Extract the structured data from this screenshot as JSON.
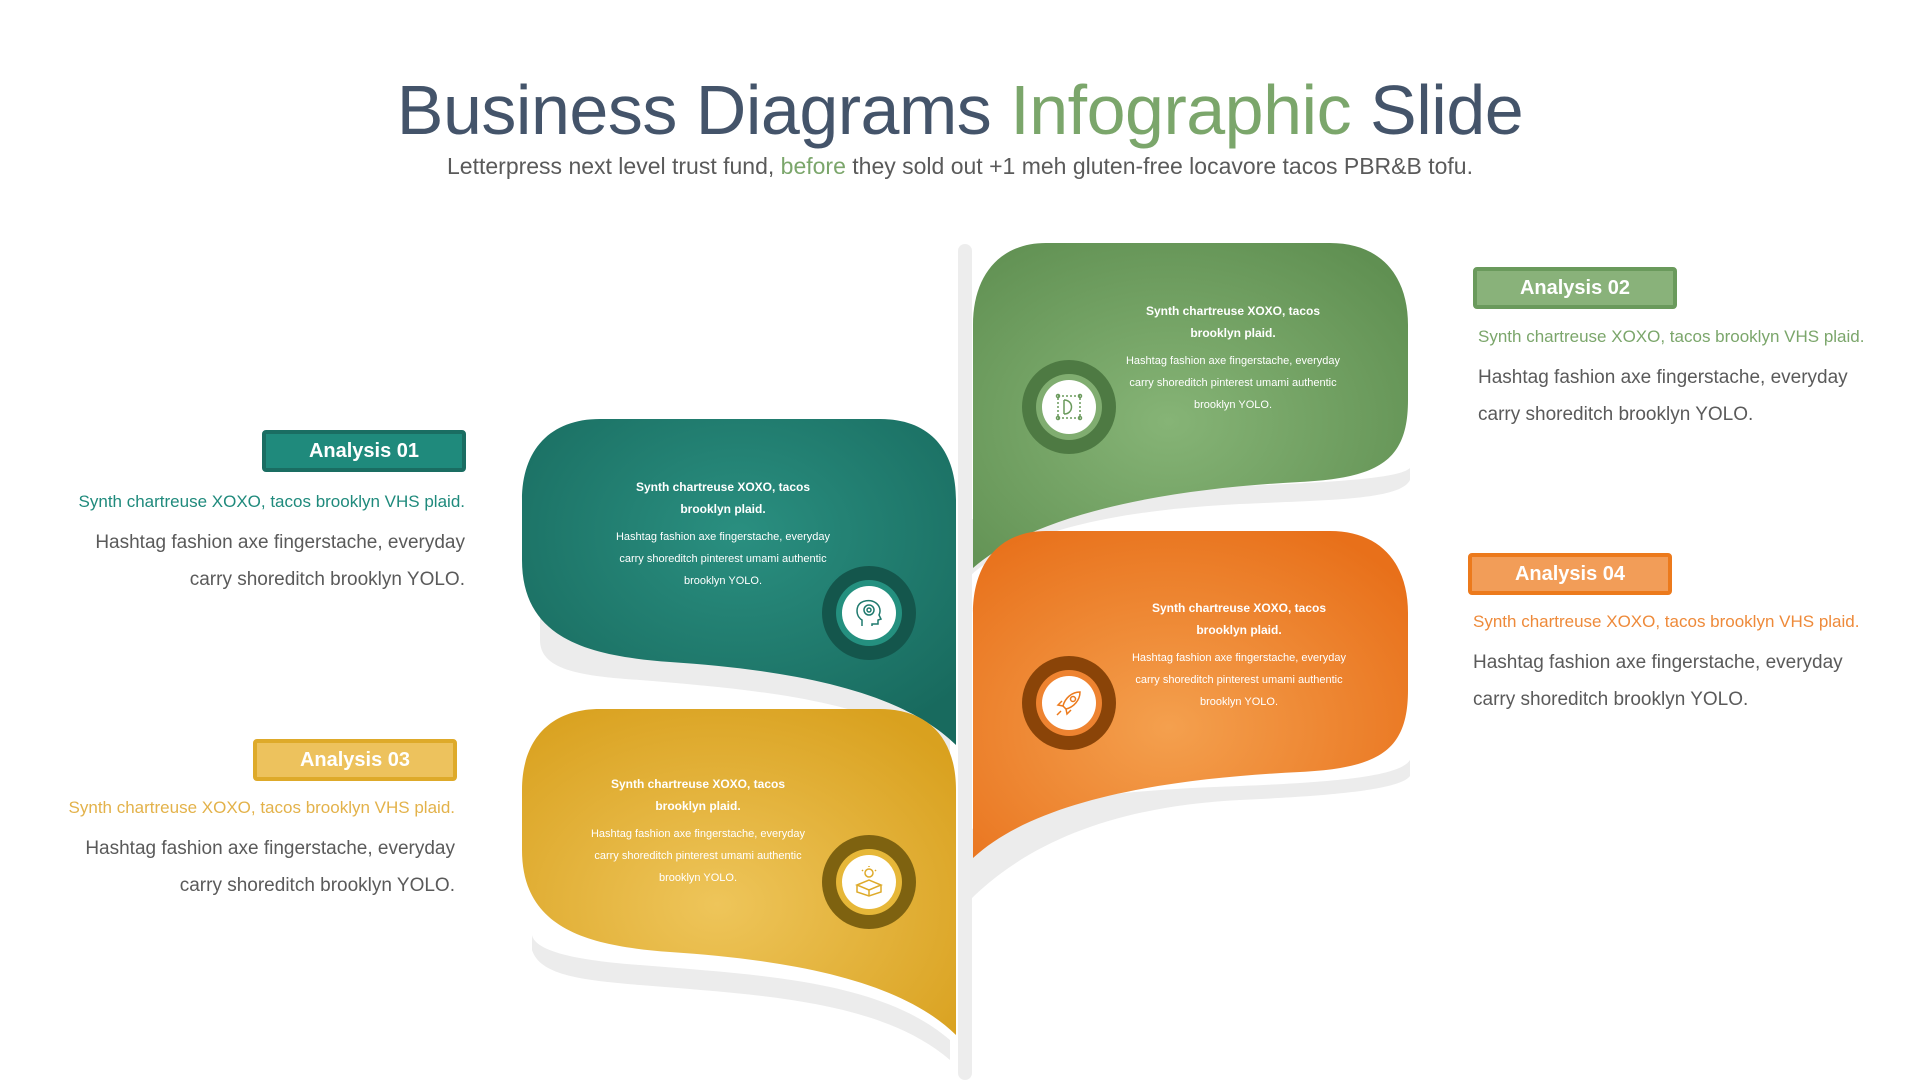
{
  "title": {
    "part1": "Business Diagrams",
    "part2": "Infographic",
    "part3": "Slide"
  },
  "subtitle": {
    "part1": "Letterpress next level trust fund,",
    "part2": "before",
    "part3": "they sold out +1 meh gluten-free locavore tacos PBR&B tofu."
  },
  "colors": {
    "teal": "#1f7a6e",
    "green": "#6a9a5c",
    "orange": "#ec7a1c",
    "yellow": "#deaa2a"
  },
  "cards": [
    {
      "heading_line1": "Synth chartreuse XOXO, tacos",
      "heading_line2": "brooklyn plaid.",
      "body_line1": "Hashtag fashion axe fingerstache, everyday",
      "body_line2": "carry shoreditch pinterest umami authentic",
      "body_line3": "brooklyn YOLO.",
      "icon": "mind-icon"
    },
    {
      "heading_line1": "Synth chartreuse XOXO, tacos",
      "heading_line2": "brooklyn plaid.",
      "body_line1": "Hashtag fashion axe fingerstache, everyday",
      "body_line2": "carry shoreditch pinterest umami authentic",
      "body_line3": "brooklyn YOLO.",
      "icon": "design-icon"
    },
    {
      "heading_line1": "Synth chartreuse XOXO, tacos",
      "heading_line2": "brooklyn plaid.",
      "body_line1": "Hashtag fashion axe fingerstache, everyday",
      "body_line2": "carry shoreditch pinterest umami authentic",
      "body_line3": "brooklyn YOLO.",
      "icon": "idea-box-icon"
    },
    {
      "heading_line1": "Synth chartreuse XOXO, tacos",
      "heading_line2": "brooklyn plaid.",
      "body_line1": "Hashtag fashion axe fingerstache, everyday",
      "body_line2": "carry shoreditch pinterest umami authentic",
      "body_line3": "brooklyn YOLO.",
      "icon": "rocket-icon"
    }
  ],
  "analysis": [
    {
      "label": "Analysis 01",
      "tag": "Synth chartreuse XOXO, tacos brooklyn VHS plaid.",
      "desc_line1": "Hashtag fashion axe fingerstache, everyday",
      "desc_line2": "carry shoreditch brooklyn YOLO."
    },
    {
      "label": "Analysis 02",
      "tag": "Synth chartreuse XOXO, tacos brooklyn VHS plaid.",
      "desc_line1": "Hashtag fashion axe fingerstache, everyday",
      "desc_line2": "carry shoreditch brooklyn YOLO."
    },
    {
      "label": "Analysis 03",
      "tag": "Synth chartreuse XOXO, tacos brooklyn VHS plaid.",
      "desc_line1": "Hashtag fashion axe fingerstache, everyday",
      "desc_line2": "carry shoreditch brooklyn YOLO."
    },
    {
      "label": "Analysis 04",
      "tag": "Synth chartreuse XOXO, tacos brooklyn VHS plaid.",
      "desc_line1": "Hashtag fashion axe fingerstache, everyday",
      "desc_line2": "carry shoreditch brooklyn YOLO."
    }
  ]
}
